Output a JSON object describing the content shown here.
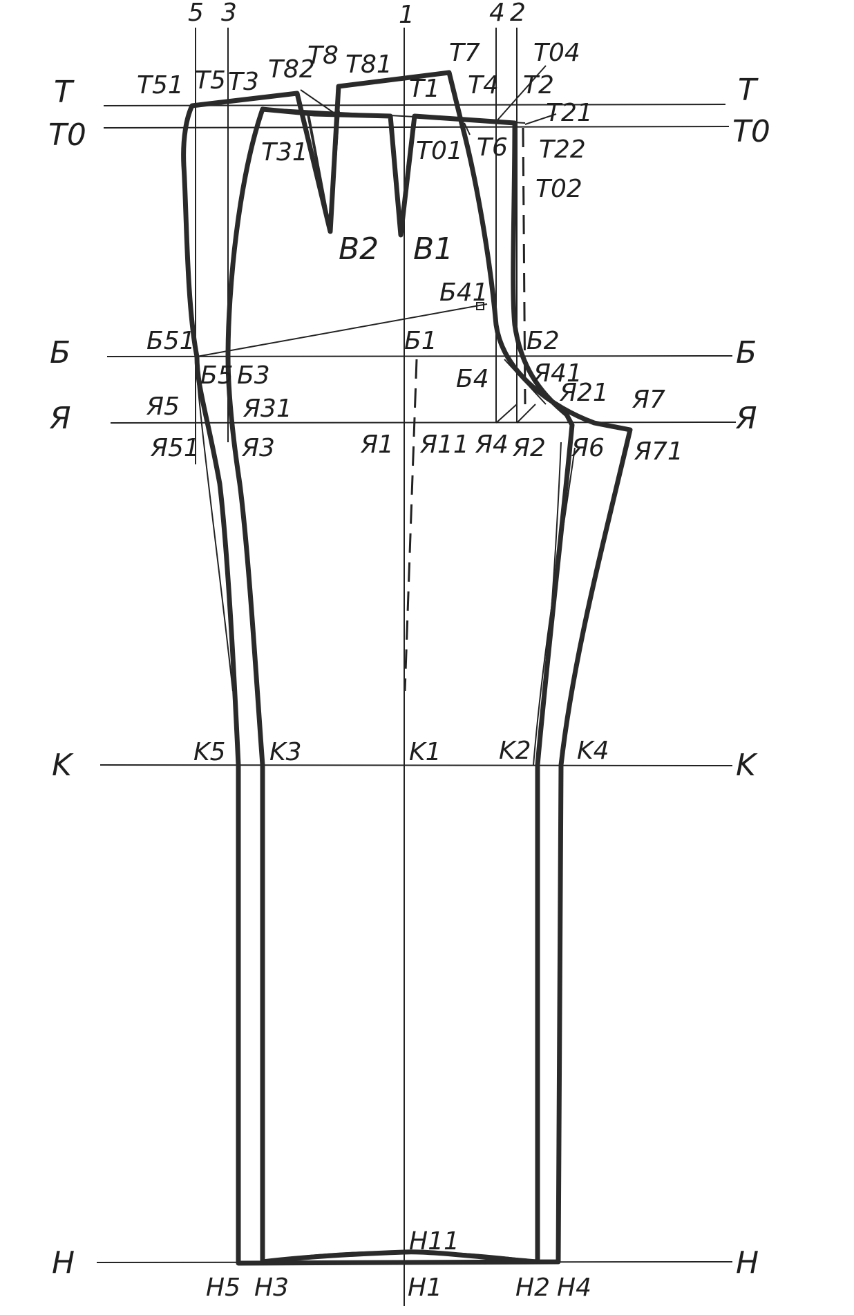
{
  "line_labels": {
    "T": "T",
    "T0": "T0",
    "B": "Б",
    "Ya": "Я",
    "K": "K",
    "H": "H"
  },
  "vertical_numbers": {
    "v5": "5",
    "v3": "3",
    "v1": "1",
    "v4": "4",
    "v2": "2"
  },
  "points": {
    "T51": "T51",
    "T5": "T5",
    "T3": "T3",
    "T82": "T82",
    "T8": "T8",
    "T81": "T81",
    "T7": "T7",
    "T04": "T04",
    "T1": "T1",
    "T4": "T4",
    "T2": "T2",
    "T21": "T21",
    "T31": "T31",
    "T01": "T01",
    "T6": "T6",
    "T22": "T22",
    "T02": "T02",
    "B2v": "B2",
    "B1v": "B1",
    "B41": "Б41",
    "B51": "Б51",
    "B1": "Б1",
    "B2": "Б2",
    "B5": "Б5",
    "B3": "Б3",
    "B4": "Б4",
    "Ya41": "Я41",
    "Ya21": "Я21",
    "Ya7": "Я7",
    "Ya5": "Я5",
    "Ya31": "Я31",
    "Ya51": "Я51",
    "Ya3": "Я3",
    "Ya1": "Я1",
    "Ya11": "Я11",
    "Ya4": "Я4",
    "Ya2": "Я2",
    "Ya6": "Я6",
    "Ya71": "Я71",
    "K5": "K5",
    "K3": "K3",
    "K1": "K1",
    "K2": "K2",
    "K4": "K4",
    "H11": "H11",
    "H5": "H5",
    "H3": "H3",
    "H1": "H1",
    "H2": "H2",
    "H4": "H4"
  }
}
